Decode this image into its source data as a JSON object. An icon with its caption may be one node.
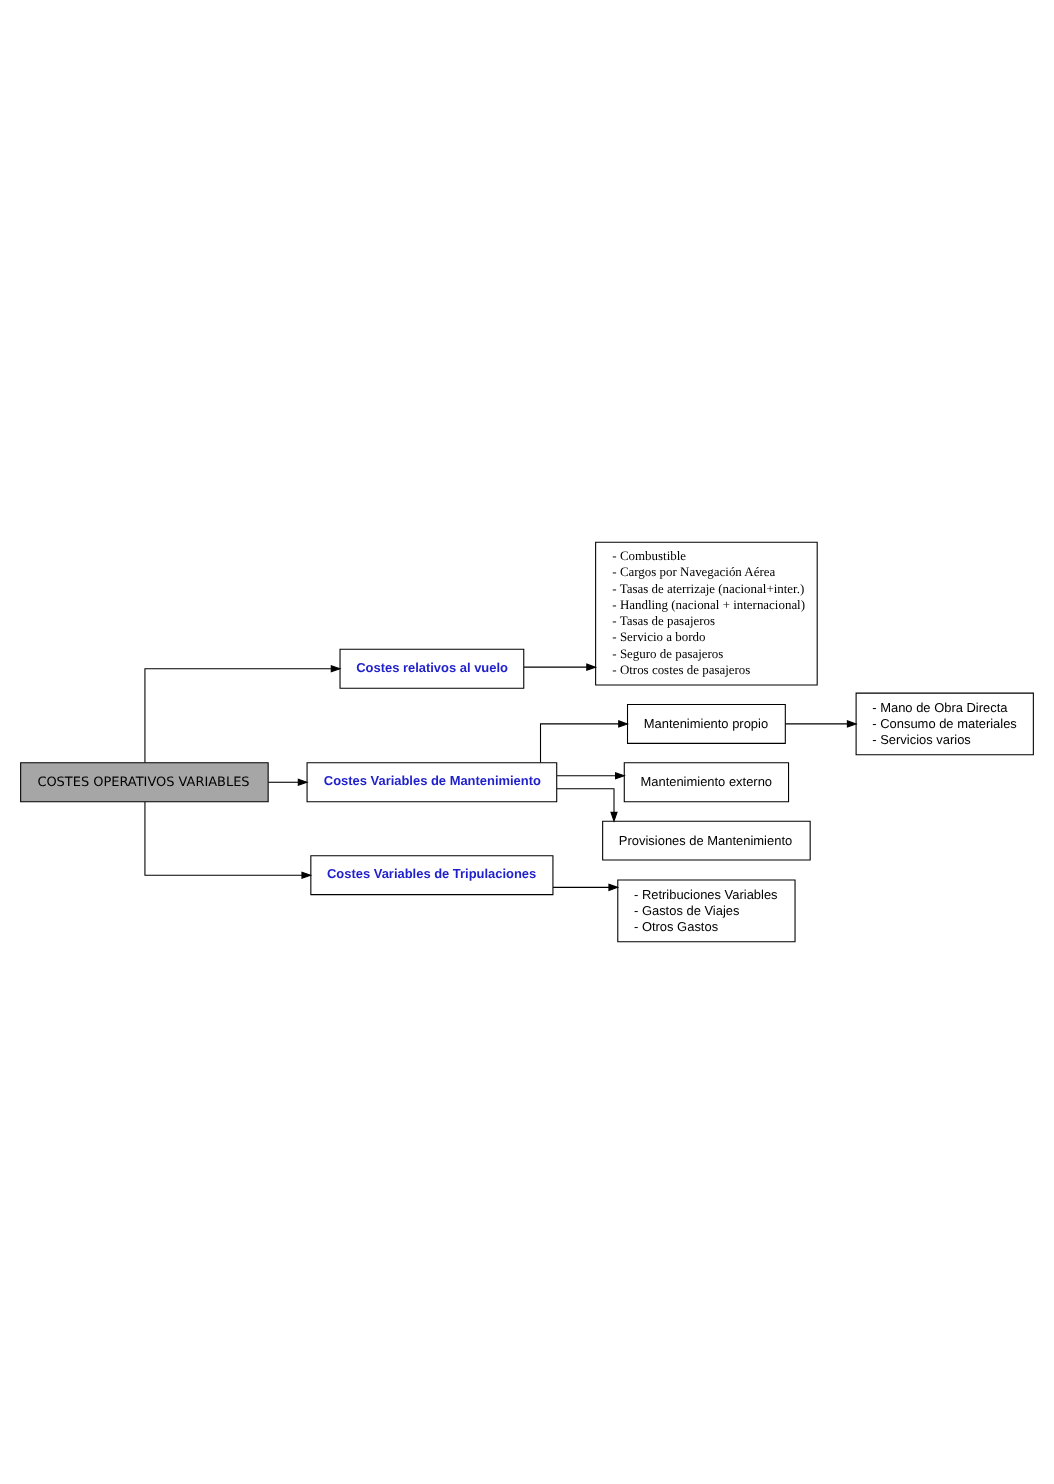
{
  "diagram": {
    "nodes": [
      {
        "text": [
          "COSTES OPERATIVOS VARIABLES"
        ]
      },
      {
        "text": [
          "Costes relativos al vuelo"
        ]
      },
      {
        "text": [
          "- Combustible",
          "- Cargos por Navegación Aérea",
          "- Tasas de aterrizaje (nacional+inter.)",
          "- Handling (nacional + internacional)",
          "- Tasas de pasajeros",
          "- Servicio a bordo",
          "- Seguro de pasajeros",
          "- Otros costes de pasajeros"
        ]
      },
      {
        "text": [
          "Costes Variables de Mantenimiento"
        ]
      },
      {
        "text": [
          "Mantenimiento propio"
        ]
      },
      {
        "text": [
          "- Mano de Obra Directa",
          "- Consumo de materiales",
          "- Servicios varios"
        ]
      },
      {
        "text": [
          "Mantenimiento externo"
        ]
      },
      {
        "text": [
          "Provisiones de Mantenimiento"
        ]
      },
      {
        "text": [
          "Costes Variables de Tripulaciones"
        ]
      },
      {
        "text": [
          "- Retribuciones Variables",
          "- Gastos de Viajes",
          "- Otros Gastos"
        ]
      }
    ],
    "edges": [
      {
        "from": 0,
        "to": 1,
        "arrow": "to"
      },
      {
        "from": 1,
        "to": 2,
        "arrow": "to"
      },
      {
        "from": 0,
        "to": 3,
        "arrow": "to"
      },
      {
        "from": 3,
        "to": 4,
        "arrow": "to"
      },
      {
        "from": 4,
        "to": 5,
        "arrow": "to"
      },
      {
        "from": 3,
        "to": 6,
        "arrow": "to"
      },
      {
        "from": 3,
        "to": 7,
        "arrow": "to"
      },
      {
        "from": 0,
        "to": 8,
        "arrow": "to"
      },
      {
        "from": 8,
        "to": 9,
        "arrow": "to"
      }
    ]
  }
}
